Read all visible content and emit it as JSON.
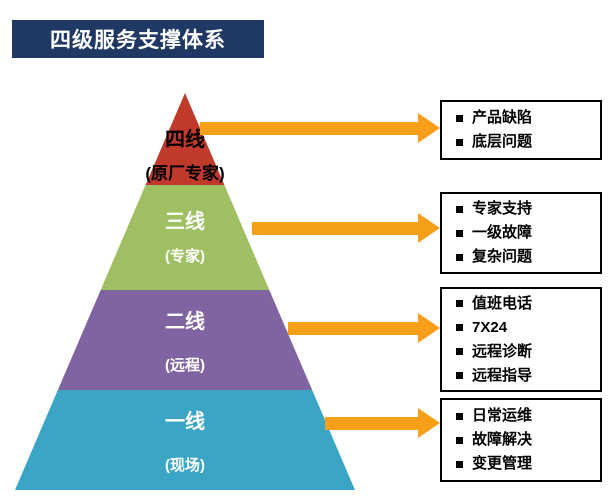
{
  "title": "四级服务支撑体系",
  "colors": {
    "title_bg": "#1F3864",
    "title_text": "#FFFFFF",
    "arrow": "#F6A01A",
    "box_border": "#000000"
  },
  "pyramid": {
    "levels": [
      {
        "name": "四线",
        "sub": "(原厂专家)",
        "color": "#C0392B",
        "label_color": "#000000"
      },
      {
        "name": "三线",
        "sub": "(专家)",
        "color": "#9FBF63",
        "label_color": "#FFFFFF"
      },
      {
        "name": "二线",
        "sub": "(远程)",
        "color": "#8064A2",
        "label_color": "#FFFFFF"
      },
      {
        "name": "一线",
        "sub": "(现场)",
        "color": "#3AA5C5",
        "label_color": "#FFFFFF"
      }
    ]
  },
  "boxes": [
    {
      "items": [
        "产品缺陷",
        "底层问题"
      ]
    },
    {
      "items": [
        "专家支持",
        "一级故障",
        "复杂问题"
      ]
    },
    {
      "items": [
        "值班电话",
        "7X24",
        "远程诊断",
        "远程指导"
      ]
    },
    {
      "items": [
        "日常运维",
        "故障解决",
        "变更管理"
      ]
    }
  ]
}
